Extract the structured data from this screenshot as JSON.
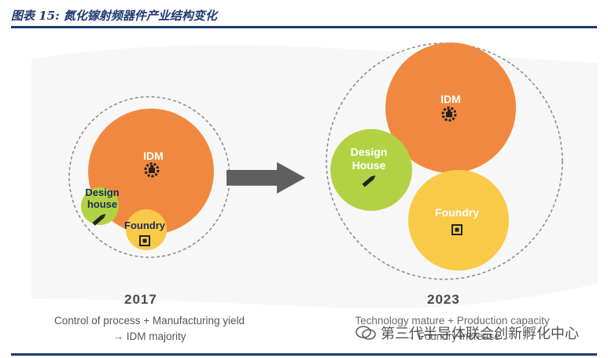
{
  "header": {
    "title": "图表 15: 氮化镓射频器件产业结构变化"
  },
  "left": {
    "year": "2017",
    "caption_line1": "Control of process + Manufacturing yield",
    "caption_line2": "→ IDM majority",
    "idm_label": "IDM",
    "design_label_1": "Design",
    "design_label_2": "house",
    "foundry_label": "Foundry"
  },
  "right": {
    "year": "2023",
    "caption_line1": "Technology mature + Production capacity",
    "caption_line2": "→ Foundry increase",
    "idm_label": "IDM",
    "design_label_1": "Design",
    "design_label_2": "House",
    "foundry_label": "Foundry"
  },
  "watermark": {
    "text": "第三代半导体联合创新孵化中心"
  },
  "colors": {
    "idm": "#F0893F",
    "design": "#B3D243",
    "foundry": "#F9CA48",
    "rule": "#1f3b73",
    "arrow": "#5f5f5f"
  },
  "icons": {
    "idm": "factory-gear-icon",
    "design": "pencil-icon",
    "foundry": "chip-icon",
    "transition": "right-arrow-icon"
  }
}
